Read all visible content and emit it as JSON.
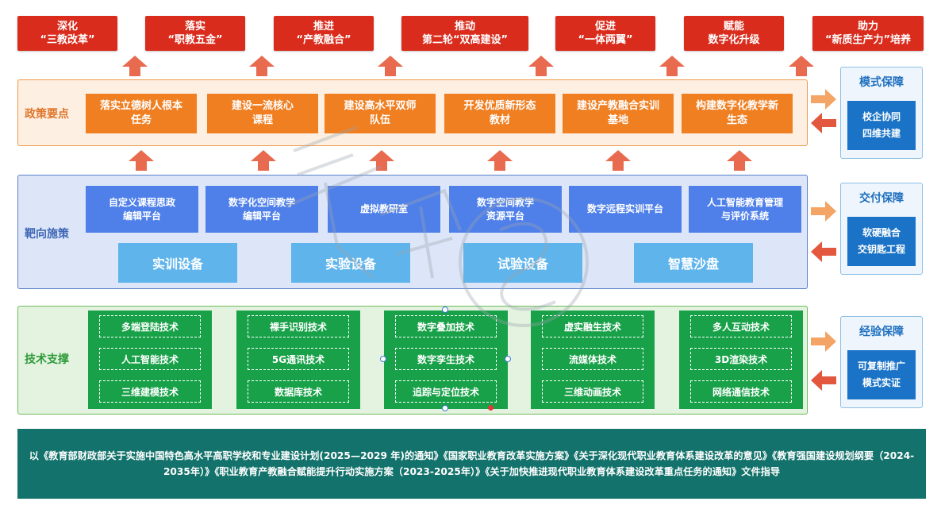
{
  "goals": [
    {
      "line1": "深化",
      "line2": "“三教改革”"
    },
    {
      "line1": "落实",
      "line2": "“职教五金”"
    },
    {
      "line1": "推进",
      "line2": "“产教融合”"
    },
    {
      "line1": "推动",
      "line2": "第二轮“双高建设”"
    },
    {
      "line1": "促进",
      "line2": "“一体两翼”"
    },
    {
      "line1": "赋能",
      "line2": "数字化升级"
    },
    {
      "line1": "助力",
      "line2": "“新质生产力”培养"
    }
  ],
  "policy": {
    "label": "政策要点",
    "items": [
      {
        "line1": "落实立德树人根本",
        "line2": "任务"
      },
      {
        "line1": "建设一流核心",
        "line2": "课程"
      },
      {
        "line1": "建设高水平双师",
        "line2": "队伍"
      },
      {
        "line1": "开发优质新形态",
        "line2": "教材"
      },
      {
        "line1": "建设产教融合实训",
        "line2": "基地"
      },
      {
        "line1": "构建数字化教学新",
        "line2": "生态"
      }
    ]
  },
  "measures": {
    "label": "靶向施策",
    "platforms": [
      {
        "line1": "自定义课程思政",
        "line2": "编辑平台"
      },
      {
        "line1": "数字化空间教学",
        "line2": "编辑平台"
      },
      {
        "line1": "虚拟教研室",
        "line2": ""
      },
      {
        "line1": "数字空间教学",
        "line2": "资源平台"
      },
      {
        "line1": "数字远程实训平台",
        "line2": ""
      },
      {
        "line1": "人工智能教育管理",
        "line2": "与评价系统"
      }
    ],
    "equipment": [
      "实训设备",
      "实验设备",
      "试验设备",
      "智慧沙盘"
    ]
  },
  "tech": {
    "label": "技术支撑",
    "columns": [
      [
        "多端登陆技术",
        "人工智能技术",
        "三维建模技术"
      ],
      [
        "裸手识别技术",
        "5G通讯技术",
        "数据库技术"
      ],
      [
        "数字叠加技术",
        "数字孪生技术",
        "追踪与定位技术"
      ],
      [
        "虚实融生技术",
        "流媒体技术",
        "三维动画技术"
      ],
      [
        "多人互动技术",
        "3D渲染技术",
        "网络通信技术"
      ]
    ]
  },
  "guarantees": [
    {
      "title": "模式保障",
      "line1": "校企协同",
      "line2": "四维共建"
    },
    {
      "title": "交付保障",
      "line1": "软硬融合",
      "line2": "交钥匙工程"
    },
    {
      "title": "经验保障",
      "line1": "可复制推广",
      "line2": "模式实证"
    }
  ],
  "footer": {
    "text": "以《教育部财政部关于实施中国特色高水平高职学校和专业建设计划(2025—2029 年)的通知》《国家职业教育改革实施方案》《关于深化现代职业教育体系建设改革的意见》《教育强国建设规划纲要（2024-2035年）》《职业教育产教融合赋能提升行动实施方案（2023-2025年）》《关于加快推进现代职业教育体系建设改革重点任务的通知》文件指导"
  },
  "colors": {
    "goal": "#d92c1d",
    "policy": "#f07f22",
    "platform": "#4f80ea",
    "equipment": "#5fb4ec",
    "tech": "#19a149",
    "guarantee": "#1a73c6",
    "footer": "#13726b"
  }
}
